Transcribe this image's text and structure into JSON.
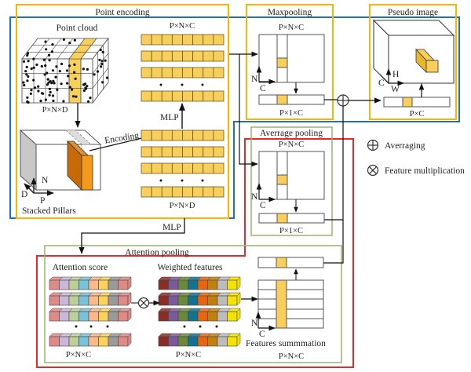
{
  "sections": {
    "point_encoding": {
      "title": "Point encoding",
      "point_cloud_label": "Point cloud",
      "point_cloud_dims": "P×N×D",
      "stacked_pillars_label": "Stacked Pillars",
      "axis_n": "N",
      "axis_d": "D",
      "axis_p": "P",
      "encoding_label": "Encoding",
      "mlp_label": "MLP",
      "top_features_dims": "P×N×C",
      "bottom_features_dims": "P×N×D"
    },
    "maxpooling": {
      "title": "Maxpooling",
      "input_dims": "P×N×C",
      "output_dims": "P×1×C",
      "axis_n": "N",
      "axis_c": "C"
    },
    "pseudo_image": {
      "title": "Pseudo image",
      "axis_h": "H",
      "axis_c": "C",
      "axis_w": "W",
      "vector_dims": "P×C"
    },
    "average_pooling": {
      "title": "Averrage pooling",
      "input_dims": "P×N×C",
      "output_dims": "P×1×C",
      "axis_n": "N",
      "axis_c": "C"
    },
    "attention_pooling": {
      "title": "Attention pooling",
      "mlp_label": "MLP",
      "attention_score_label": "Attention score",
      "attention_score_dims": "P×N×C",
      "weighted_features_label": "Weighted features",
      "weighted_features_dims": "P×N×C",
      "summation_label": "Features summmation",
      "summation_dims": "P×N×C",
      "axis_n": "N",
      "axis_c": "C"
    }
  },
  "legend": [
    {
      "symbol": "oplus-icon",
      "label": "Averraging"
    },
    {
      "symbol": "otimes-icon",
      "label": "Feature multiplication"
    }
  ],
  "colors": {
    "point_encoding_frame": "#f5b800",
    "pillar_frame": "#1f6fc4",
    "attention_frame": "#e8282b",
    "pooling_frame": "#9ab36a",
    "feature_cell": "#f7cf5a",
    "pillar_fill": "#cc6a00",
    "attention_score_palette": [
      "#e08a85",
      "#c9b6d8",
      "#bccf96",
      "#78c2dc",
      "#fbb98a",
      "#fbd35a",
      "#9a9a9a",
      "#e08a85"
    ],
    "weighted_palette": [
      "#8a2e25",
      "#7a5a98",
      "#6a8a3a",
      "#12728f",
      "#e8650e",
      "#c27f0a",
      "#bcbcbc",
      "#f6e200"
    ]
  }
}
